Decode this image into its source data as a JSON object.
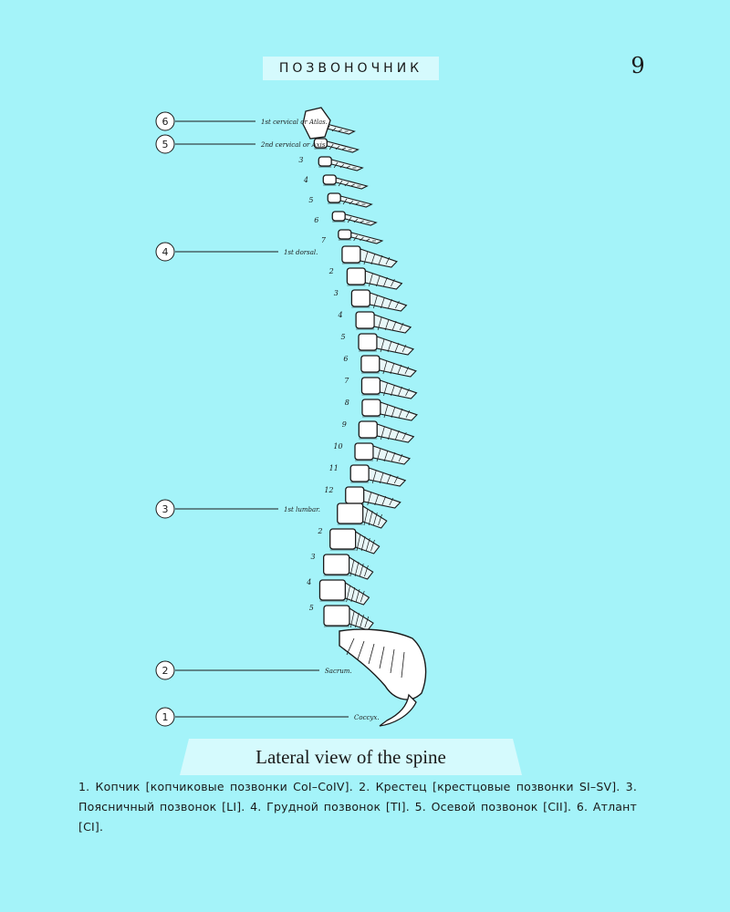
{
  "header": {
    "section_title": "ПОЗВОНОЧНИК",
    "page_number": "9"
  },
  "figure": {
    "markers": [
      {
        "number": "6",
        "label": "1st cervical or Atlas."
      },
      {
        "number": "5",
        "label": "2nd cervical or Axis."
      },
      {
        "number": "4",
        "label": "1st dorsal."
      },
      {
        "number": "3",
        "label": "1st lumbar."
      },
      {
        "number": "2",
        "label": "Sacrum."
      },
      {
        "number": "1",
        "label": "Coccyx."
      }
    ],
    "vertebra_numbers": {
      "cervical": [
        "3",
        "4",
        "5",
        "6",
        "7"
      ],
      "dorsal": [
        "2",
        "3",
        "4",
        "5",
        "6",
        "7",
        "8",
        "9",
        "10",
        "11",
        "12"
      ],
      "lumbar": [
        "2",
        "3",
        "4",
        "5"
      ]
    }
  },
  "caption": "Lateral view of the spine",
  "description": "1. Копчик [копчиковые позвонки CoI–CoIV]. 2. Крестец [крестцовые позвонки SI–SV]. 3. Поясничный позвонок [LI]. 4. Грудной позвонок [TI]. 5. Осевой позвонок [CII]. 6. Атлант [CI].",
  "colors": {
    "background": "#a4f3f9",
    "label_box": "#d5fafd",
    "bone": "#ffffff",
    "ink": "#1a1a1a"
  }
}
